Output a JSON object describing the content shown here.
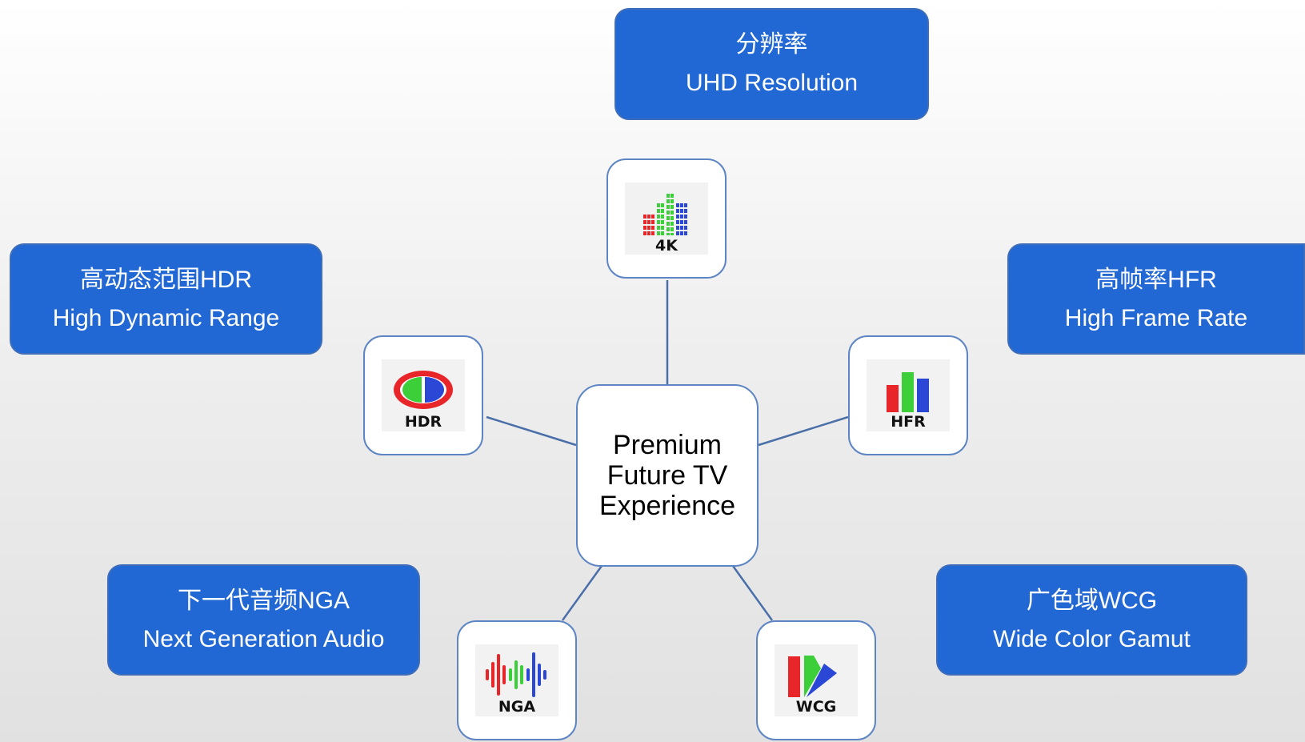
{
  "center": {
    "text": "Premium\nFuture TV\nExperience"
  },
  "features": {
    "resolution": {
      "cn": "分辨率",
      "en": "UHD Resolution",
      "logo": "4K"
    },
    "hdr": {
      "cn": "高动态范围HDR",
      "en": "High Dynamic Range",
      "logo": "HDR"
    },
    "hfr": {
      "cn": "高帧率HFR",
      "en": "High Frame Rate",
      "logo": "HFR"
    },
    "nga": {
      "cn": "下一代音频NGA",
      "en": "Next Generation Audio",
      "logo": "NGA"
    },
    "wcg": {
      "cn": "广色域WCG",
      "en": "Wide Color Gamut",
      "logo": "WCG"
    }
  },
  "colors": {
    "box_fill": "#2268d4",
    "box_border": "#3f6db8",
    "connector": "#4a6fa8",
    "tile_border": "#5d85c4",
    "logo_red": "#e8262a",
    "logo_green": "#3ccf3a",
    "logo_blue": "#2a47d6"
  }
}
